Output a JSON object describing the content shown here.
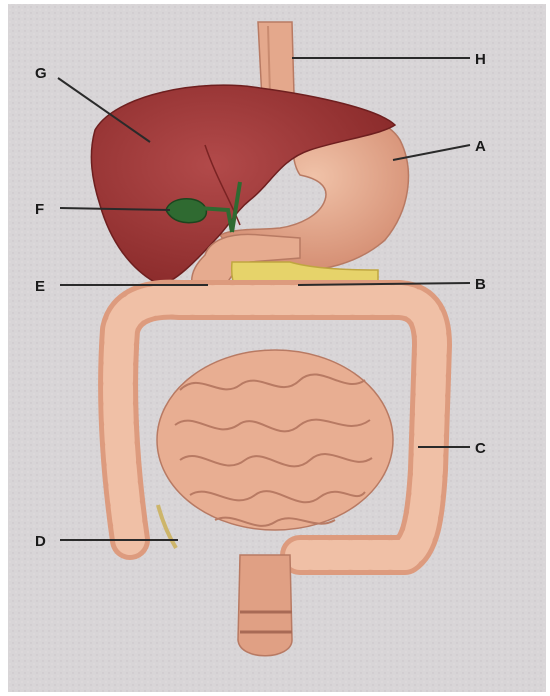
{
  "labels": {
    "a": "A",
    "b": "B",
    "c": "C",
    "d": "D",
    "e": "E",
    "f": "F",
    "g": "G",
    "h": "H"
  },
  "colors": {
    "background": "#d9d6d8",
    "liver": "#9e3434",
    "stomach": "#e3a78a",
    "intestine": "#e8ae92",
    "gallbladder": "#2f6a31",
    "pancreas": "#e6d36a",
    "appendix": "#cdb56a"
  }
}
